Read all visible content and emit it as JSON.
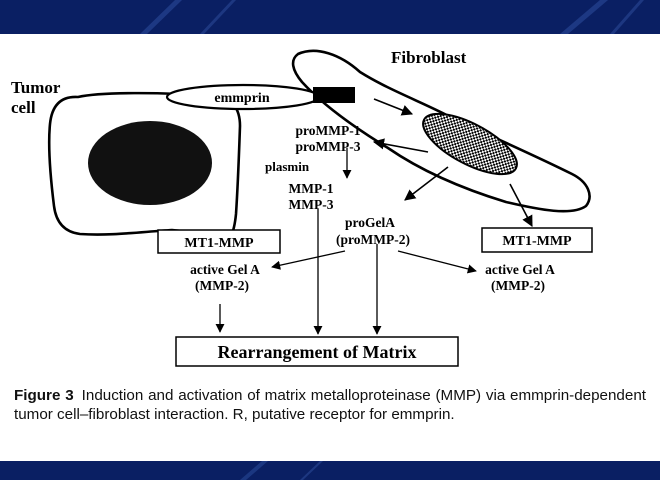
{
  "diagram": {
    "tumor_cell_label_line1": "Tumor",
    "tumor_cell_label_line2": "cell",
    "fibroblast_label": "Fibroblast",
    "emmprin_label": "emmprin",
    "prommp1_label": "proMMP-1",
    "prommp3_label": "proMMP-3",
    "plasmin_label": "plasmin",
    "mmp1_label": "MMP-1",
    "mmp3_label": "MMP-3",
    "progela_label": "proGelA",
    "promm2_label": "(proMMP-2)",
    "mt1mmp_left_label": "MT1-MMP",
    "mt1mmp_right_label": "MT1-MMP",
    "active_gela_left_line1": "active Gel A",
    "active_gela_left_line2": "(MMP-2)",
    "active_gela_right_line1": "active Gel A",
    "active_gela_right_line2": "(MMP-2)",
    "rearrangement_label": "Rearrangement of Matrix"
  },
  "caption": {
    "figure_label": "Figure 3",
    "text": "Induction and activation of matrix metalloproteinase (MMP) via emmprin-dependent tumor cell–fibroblast interaction. R, putative receptor for emmprin."
  },
  "colors": {
    "band": "#0a1f63",
    "ink": "#000000"
  }
}
